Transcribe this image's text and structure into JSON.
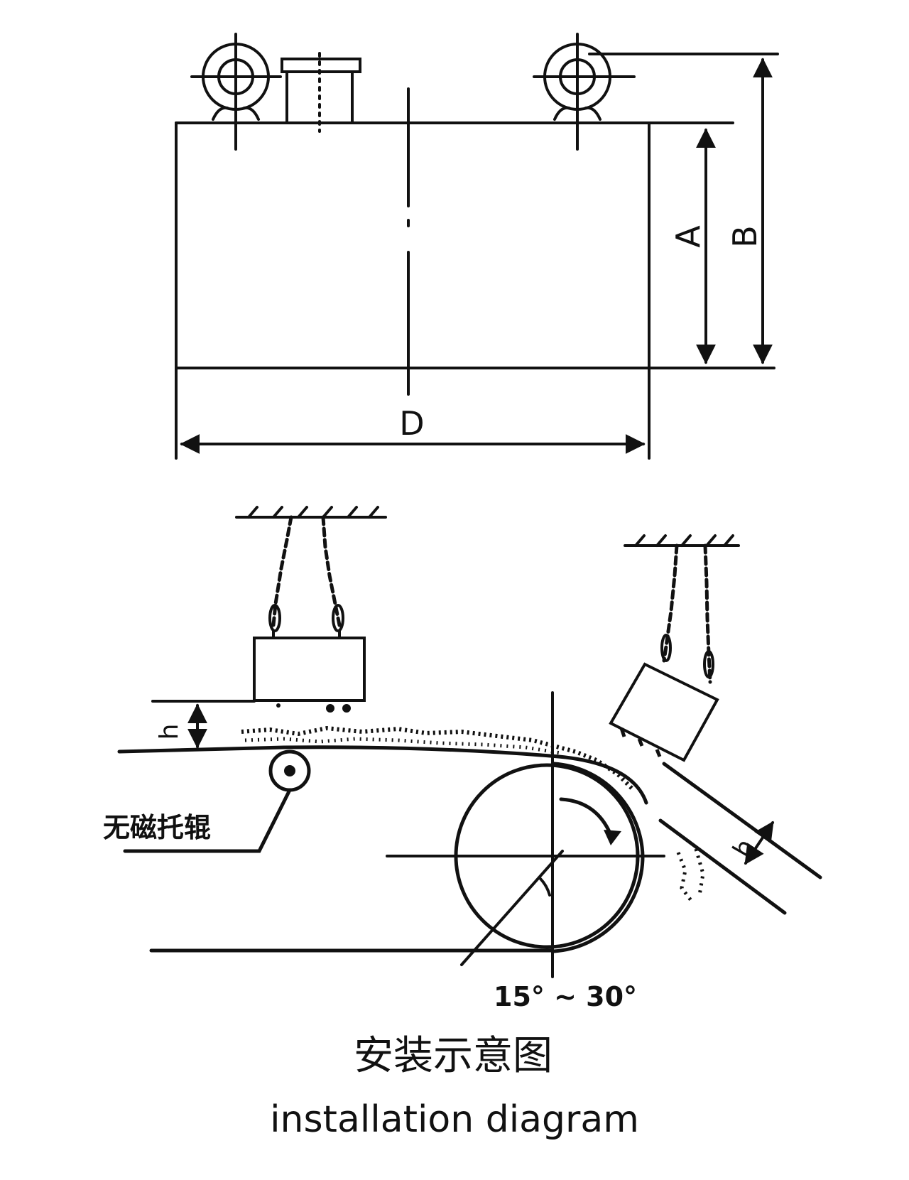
{
  "dimension_labels": {
    "a": "A",
    "b": "B",
    "d": "D"
  },
  "installation": {
    "gap_label_left": "h",
    "gap_label_right": "h",
    "roller_label": "无磁托辊",
    "angle_label": "15° ~ 30°"
  },
  "caption": {
    "chinese": "安装示意图",
    "english": "installation diagram"
  },
  "colors": {
    "ink": "#111111",
    "background": "#ffffff"
  }
}
